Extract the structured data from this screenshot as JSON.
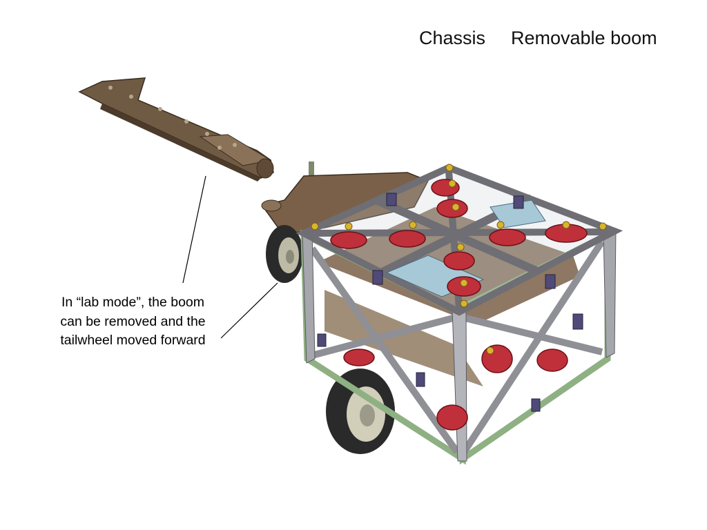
{
  "header": {
    "title_left": "Chassis",
    "title_right": "Removable boom"
  },
  "caption": {
    "lines": [
      "In “lab mode”, the boom",
      "can be removed and the",
      "tailwheel moved forward"
    ]
  },
  "colors": {
    "frame_grey": "#8f8f96",
    "frame_green": "#8fb083",
    "wood_brown": "#6f5a44",
    "wheel_red": "#c0303a",
    "bolt_yellow": "#d8b430",
    "tire_dark": "#2a2a2a",
    "panel_blue": "#a7c8d6"
  }
}
